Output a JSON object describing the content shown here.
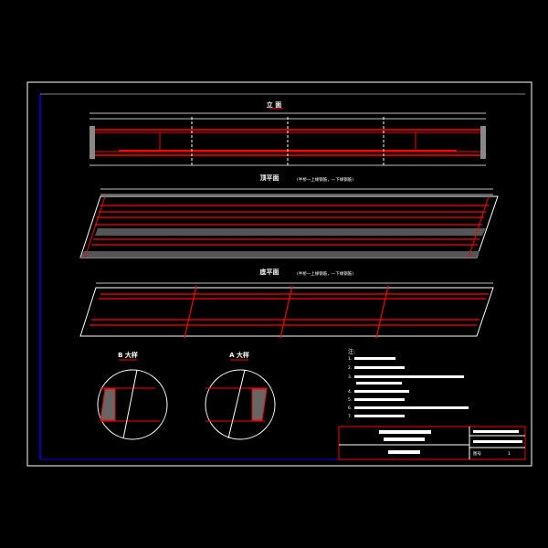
{
  "headings": {
    "elevation": "立 面",
    "top_plan": "顶平面",
    "top_plan_note": "(半桥一上缘钢筋，一下缘钢筋)",
    "bottom_plan": "底平面",
    "bottom_plan_note": "(半桥一上缘钢筋，一下缘钢筋)",
    "detail_b": "B 大样",
    "detail_a": "A 大样"
  },
  "notes": {
    "title": "注:",
    "items": [
      "1.",
      "2.",
      "3.",
      "4.",
      "5.",
      "6.",
      "7."
    ]
  },
  "title_block": {
    "row1": "",
    "row2": "",
    "row3": "",
    "sheet_label": "图号",
    "sheet_no": "1"
  },
  "colors": {
    "background": "#000000",
    "line": "#ffffff",
    "rebar": "#ff0000",
    "frame_accent": "#0000ff"
  }
}
